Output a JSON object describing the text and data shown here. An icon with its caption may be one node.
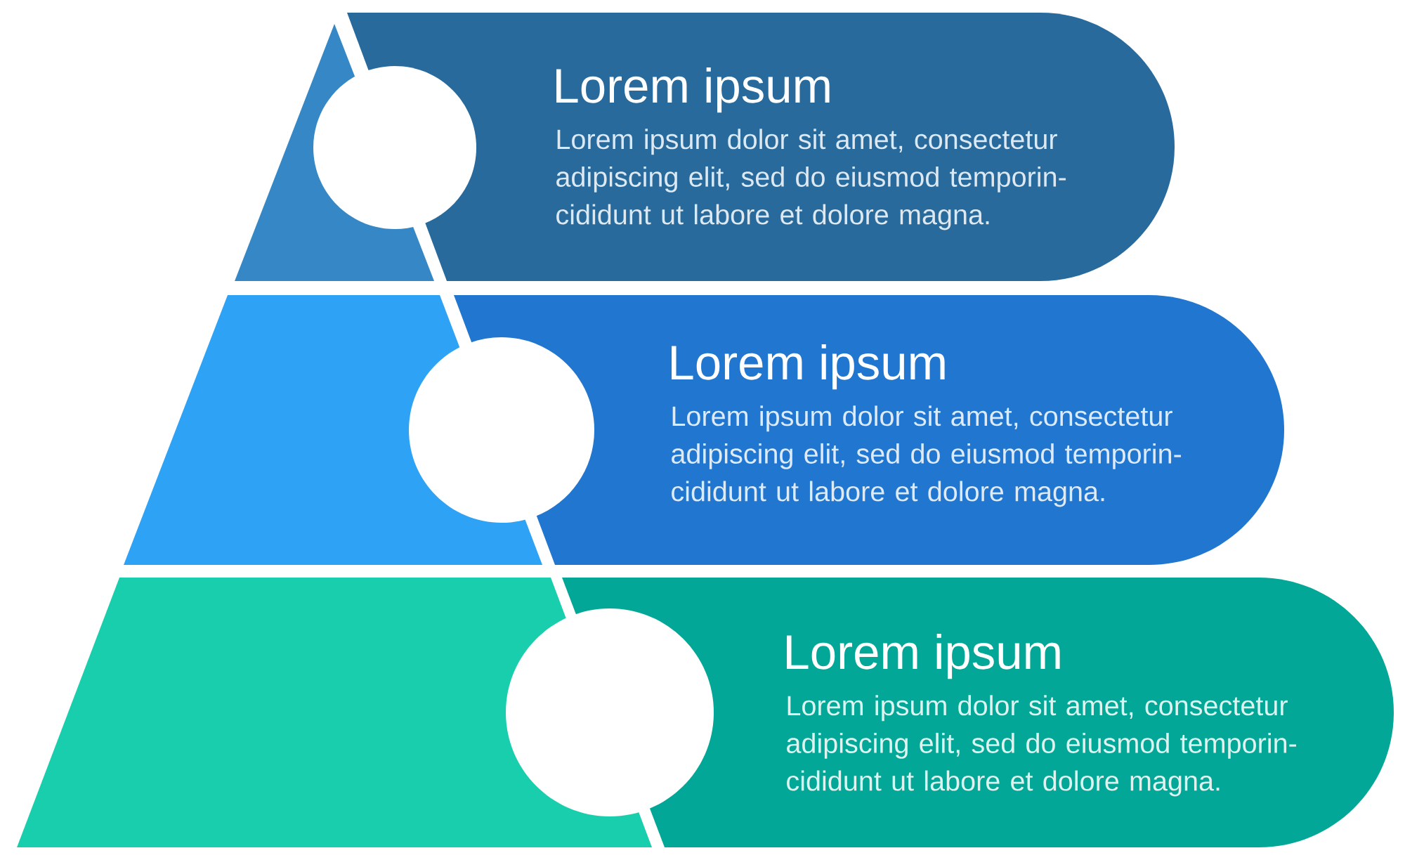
{
  "diagram": {
    "nodes": [
      {
        "text": [],
        "shape": "triangle"
      },
      {
        "text": [
          "Lorem ipsum",
          "Lorem ipsum dolor sit amet, consectetur adipiscing elit, sed do eiusmod temporin- cididunt ut labore et dolore magna."
        ]
      },
      {
        "text": [],
        "shape": "trapezoid"
      },
      {
        "text": [
          "Lorem ipsum",
          "Lorem ipsum dolor sit amet, consectetur adipiscing elit, sed do eiusmod temporin- cididunt ut labore et dolore magna."
        ]
      },
      {
        "text": [],
        "shape": "trapezoid"
      },
      {
        "text": [
          "Lorem ipsum",
          "Lorem ipsum dolor sit amet, consectetur adipiscing elit, sed do eiusmod temporin- cididunt ut labore et dolore magna."
        ]
      }
    ]
  }
}
